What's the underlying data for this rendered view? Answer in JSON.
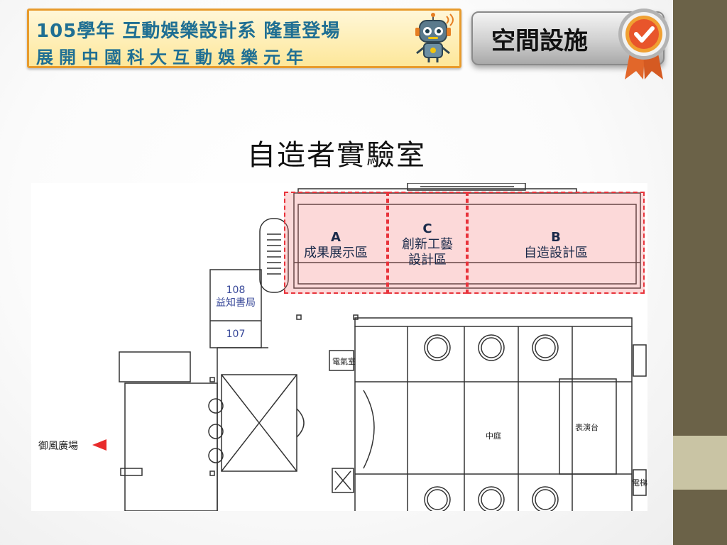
{
  "banner": {
    "line1": "105學年  互動娛樂設計系  隆重登場",
    "line2": "展開中國科大互動娛樂元年"
  },
  "title": "空間設施",
  "heading": "自造者實驗室",
  "zones": [
    {
      "letter": "A",
      "name": "成果展示區"
    },
    {
      "letter": "C",
      "name": "創新工藝設計區"
    },
    {
      "letter": "B",
      "name": "自造設計區"
    }
  ],
  "rooms": {
    "r108_number": "108",
    "r108_name": "益知書局",
    "r107_number": "107"
  },
  "labels": {
    "electric": "電氣室",
    "atrium": "中庭",
    "stage": "表演台",
    "plaza": "御風廣場",
    "right_small": "電梯"
  },
  "icons": {
    "robot": "robot-mascot-icon",
    "badge": "checkmark-badge-icon",
    "arrow": "left-arrow-icon"
  },
  "colors": {
    "band": "#6b6248",
    "zone_border": "#e8333b",
    "banner_text": "#1f6f93",
    "banner_border": "#e89b2c"
  }
}
